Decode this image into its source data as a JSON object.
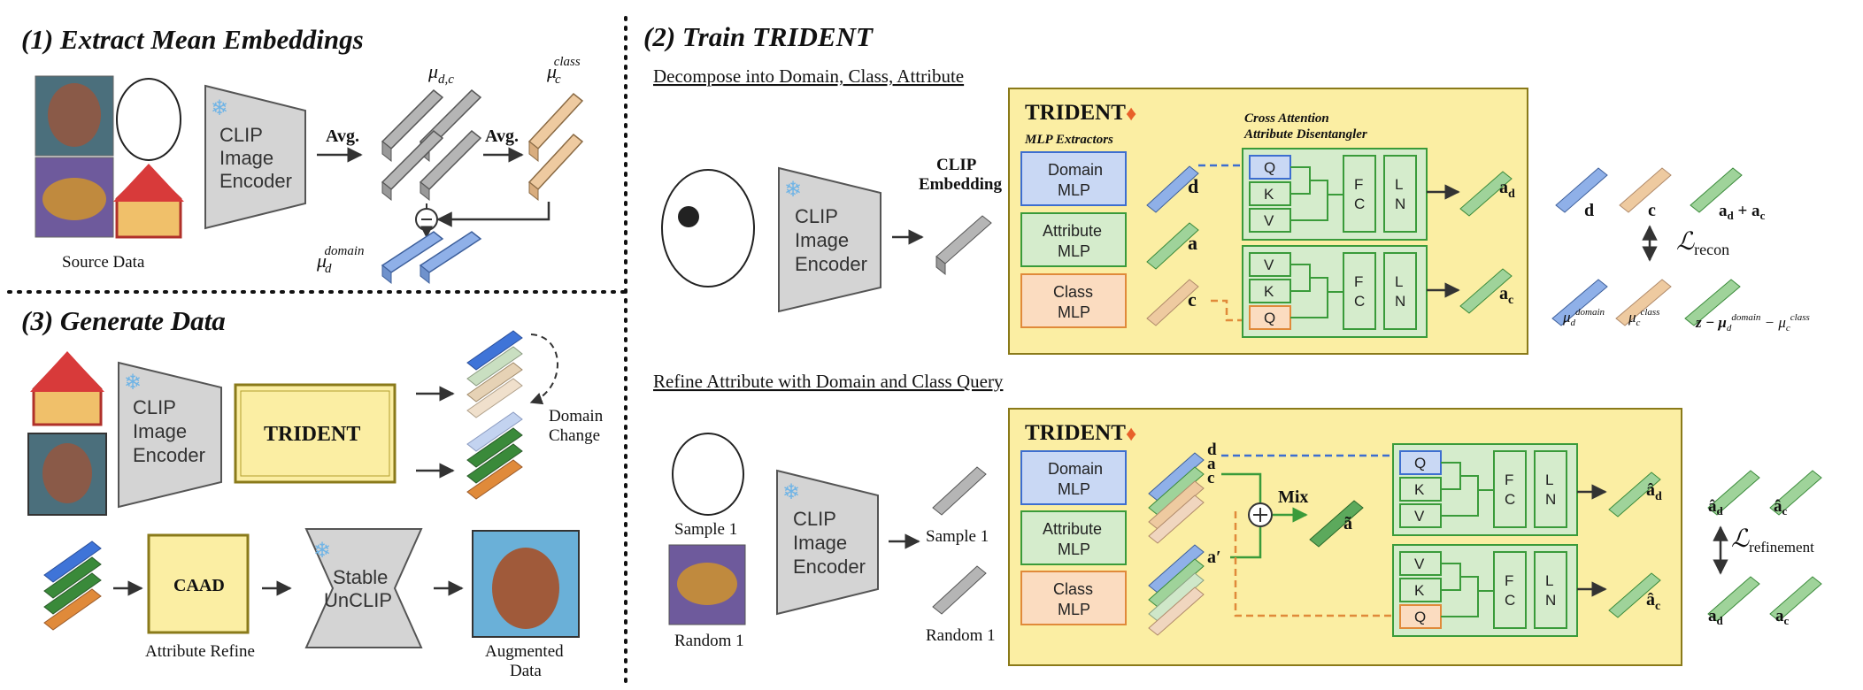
{
  "sections": {
    "s1_title": "(1) Extract Mean Embeddings",
    "s2_title": "(2) Train TRIDENT",
    "s3_title": "(3) Generate Data"
  },
  "s1": {
    "source_label": "Source Data",
    "encoder": [
      "CLIP",
      "Image",
      "Encoder"
    ],
    "avg1": "Avg.",
    "avg2": "Avg.",
    "mu_dc": "μ",
    "mu_dc_sub": "d,c",
    "mu_c": "μ",
    "mu_c_sub": "c",
    "mu_c_sup": "class",
    "mu_d": "μ",
    "mu_d_sub": "d",
    "mu_d_sup": "domain"
  },
  "s2a": {
    "subtitle": "Decompose into Domain, Class, Attribute",
    "encoder": [
      "CLIP",
      "Image",
      "Encoder"
    ],
    "clip_embedding": [
      "CLIP",
      "Embedding"
    ],
    "trident": "TRIDENT",
    "mlp_extractors": "MLP Extractors",
    "cross_attn": [
      "Cross Attention",
      "Attribute Disentangler"
    ],
    "domain_mlp": [
      "Domain",
      "MLP"
    ],
    "attribute_mlp": [
      "Attribute",
      "MLP"
    ],
    "class_mlp": [
      "Class",
      "MLP"
    ],
    "d": "d",
    "a": "a",
    "c": "c",
    "q": "Q",
    "k": "K",
    "v": "V",
    "fc": [
      "F",
      "C"
    ],
    "ln": [
      "L",
      "N"
    ],
    "out_ad": "a",
    "out_ad_sub": "d",
    "out_ac": "a",
    "out_ac_sub": "c",
    "loss": "ℒ",
    "loss_sub": "recon",
    "r_d": "d",
    "r_c": "c",
    "r_sum": "a",
    "r_sum_rest": " + a",
    "r_mu_d": "μ",
    "r_mu_d_sub": "d",
    "r_mu_d_sup": "domain",
    "r_mu_c": "μ",
    "r_mu_c_sub": "c",
    "r_mu_c_sup": "class",
    "r_z": "z − μ",
    "r_z_sub": "d",
    "r_z_sup": "domain",
    "r_z_rest": " − μ",
    "r_z_rest_sub": "c",
    "r_z_rest_sup": "class"
  },
  "s2b": {
    "subtitle": "Refine Attribute with Domain and Class Query",
    "sample": "Sample 1",
    "random": "Random 1",
    "encoder": [
      "CLIP",
      "Image",
      "Encoder"
    ],
    "emb_sample": "Sample 1",
    "emb_random": "Random 1",
    "trident": "TRIDENT",
    "domain_mlp": [
      "Domain",
      "MLP"
    ],
    "attribute_mlp": [
      "Attribute",
      "MLP"
    ],
    "class_mlp": [
      "Class",
      "MLP"
    ],
    "d": "d",
    "a": "a",
    "c": "c",
    "a_prime": "a′",
    "mix": "Mix",
    "a_tilde": "ã",
    "out_ad": "â",
    "out_ac": "â",
    "loss": "ℒ",
    "loss_sub": "refinement",
    "r_ad_hat": "â",
    "r_ac_hat": "â",
    "r_ad": "a",
    "r_ac": "a",
    "sub_d": "d",
    "sub_c": "c"
  },
  "s3": {
    "encoder": [
      "CLIP",
      "Image",
      "Encoder"
    ],
    "trident_thumb": "TRIDENT",
    "domain_change": [
      "Domain",
      "Change"
    ],
    "caad": "CAAD",
    "attribute_refine": "Attribute Refine",
    "stable": [
      "Stable",
      "UnCLIP"
    ],
    "augmented": [
      "Augmented",
      "Data"
    ]
  },
  "colors": {
    "yellow_panel": "#fbeea3",
    "blue": "#8fb0e8",
    "green": "#9fd39a",
    "orange": "#f2b98a",
    "gray": "#b5b5b5",
    "tan": "#eecaa0"
  }
}
